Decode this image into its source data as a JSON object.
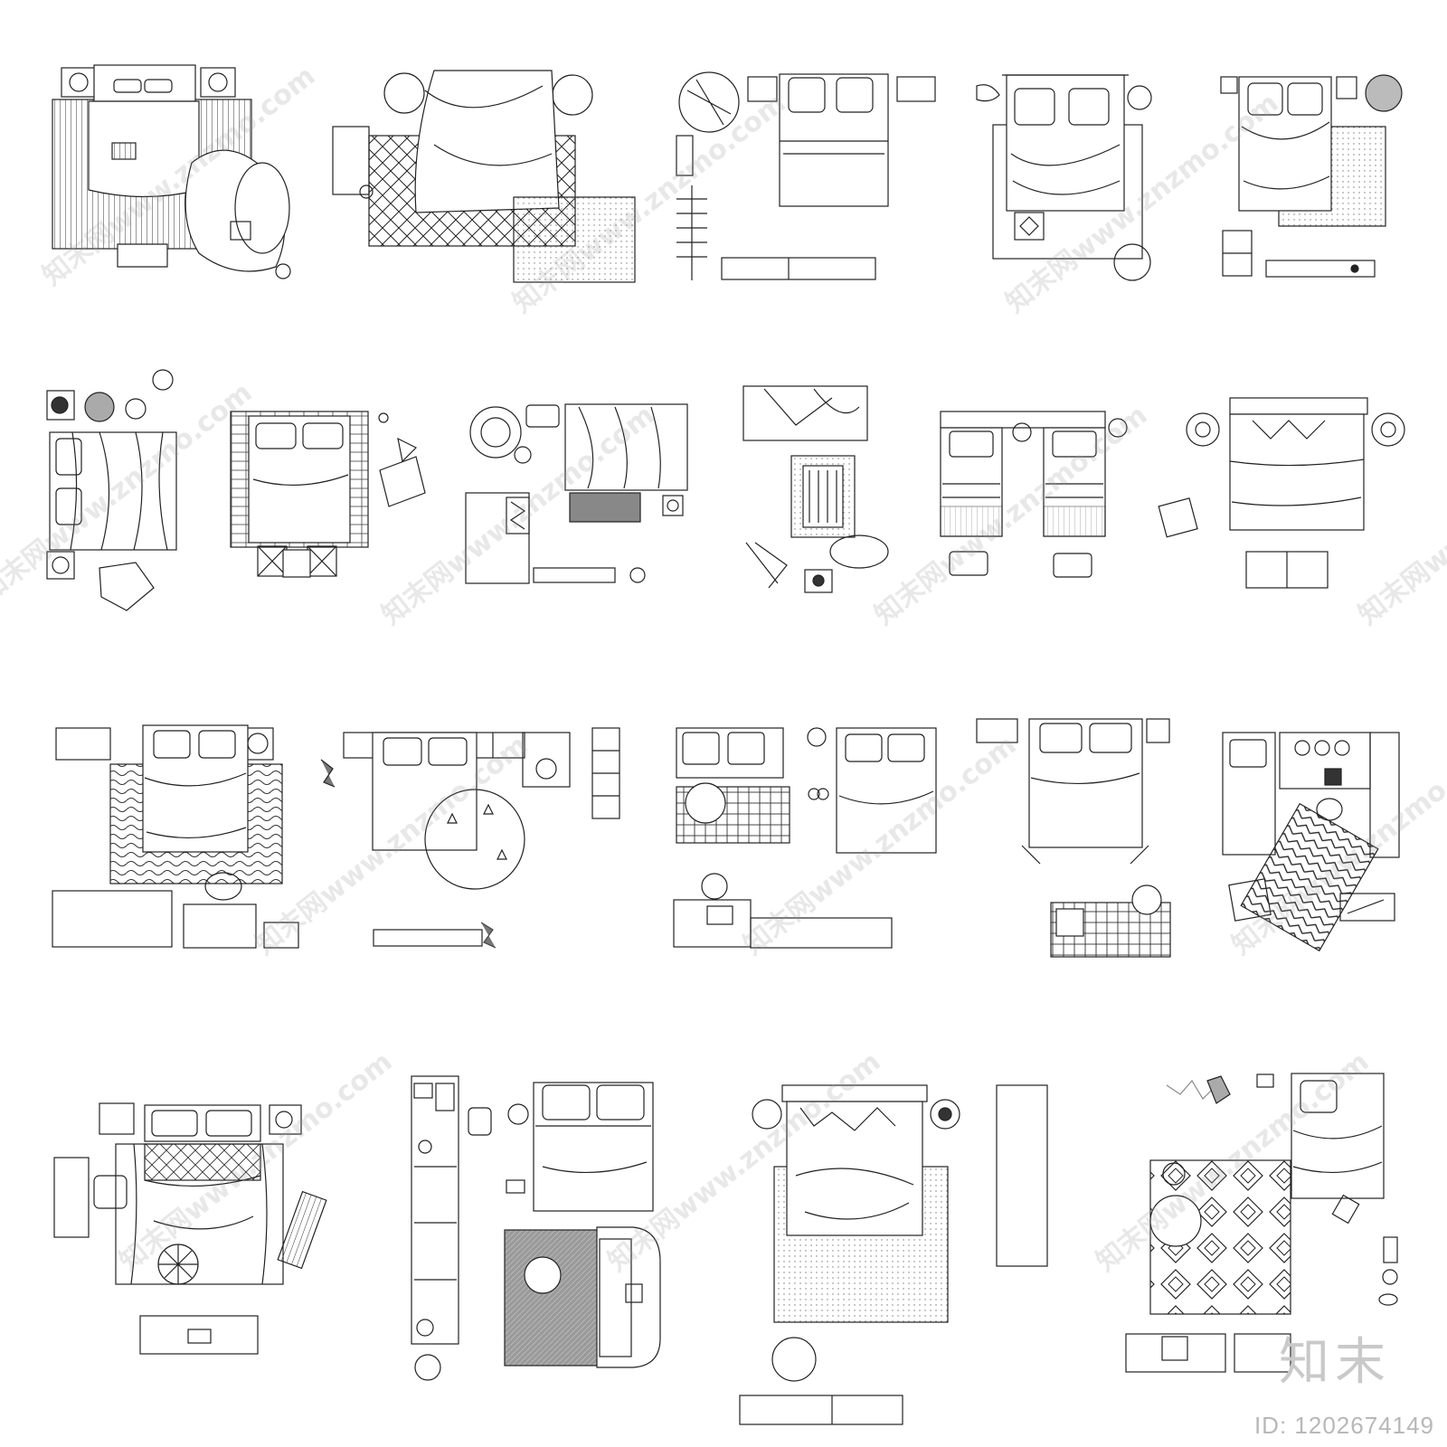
{
  "sheet": {
    "title": "",
    "plans": [
      {
        "name": "plan-1",
        "style": "striped-rug"
      },
      {
        "name": "plan-2",
        "style": "diamond-rug"
      },
      {
        "name": "plan-3",
        "style": "simple-bed"
      },
      {
        "name": "plan-4",
        "style": "bed-on-rug"
      },
      {
        "name": "plan-5",
        "style": "bed-with-dots-rug"
      },
      {
        "name": "plan-6",
        "style": "crumpled-bed"
      },
      {
        "name": "plan-7",
        "style": "brick-frame-bed"
      },
      {
        "name": "plan-8",
        "style": "crumpled-bed-desk"
      },
      {
        "name": "plan-9",
        "style": "small-bed-rug"
      },
      {
        "name": "plan-10",
        "style": "twin-beds"
      },
      {
        "name": "plan-11",
        "style": "bed-wide-headboard"
      },
      {
        "name": "plan-12",
        "style": "wavy-rug"
      },
      {
        "name": "plan-13",
        "style": "round-rug"
      },
      {
        "name": "plan-14",
        "style": "grid-rug"
      },
      {
        "name": "plan-15",
        "style": "bed-tiled-bath"
      },
      {
        "name": "plan-16",
        "style": "chevron-rug"
      },
      {
        "name": "plan-17",
        "style": "quilted-bed"
      },
      {
        "name": "plan-18",
        "style": "bed-sofa"
      },
      {
        "name": "plan-19",
        "style": "bed-on-shag-rug"
      },
      {
        "name": "plan-20",
        "style": "diamond-pattern-rug"
      }
    ]
  },
  "watermark": {
    "text": "知末网www.znzmo.com"
  },
  "branding": {
    "logo_text": "知末",
    "image_id": "ID: 1202674149"
  }
}
